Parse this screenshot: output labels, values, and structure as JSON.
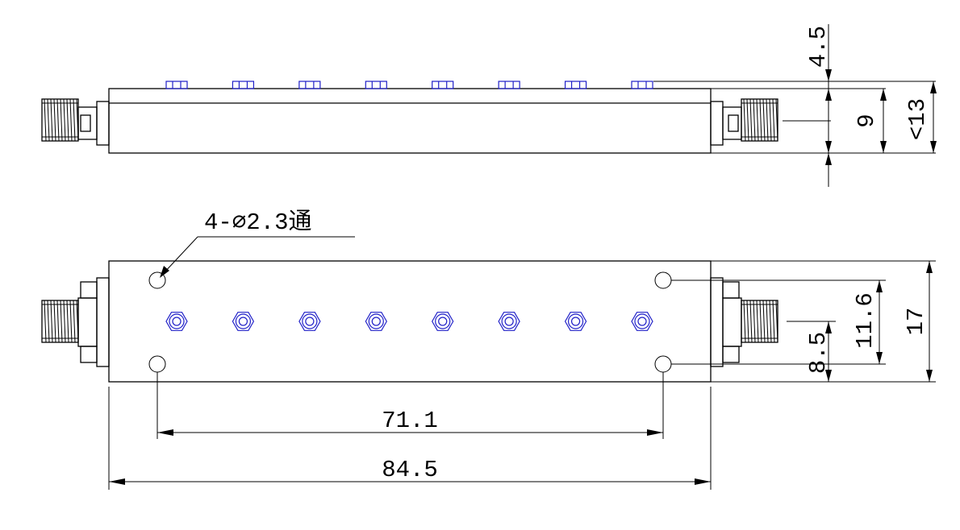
{
  "diagram": {
    "hole_note": "4-⌀2.3通",
    "dimensions": {
      "screw_height": "4.5",
      "body_height": "9",
      "overall_height": "<13",
      "hole_spacing_vertical": "11.6",
      "overall_width": "17",
      "connector_offset": "8.5",
      "hole_spacing_horizontal": "71.1",
      "overall_length": "84.5"
    },
    "tuning_screw_count": 8,
    "colors": {
      "line": "#000000",
      "screw": "#2020c8"
    }
  }
}
